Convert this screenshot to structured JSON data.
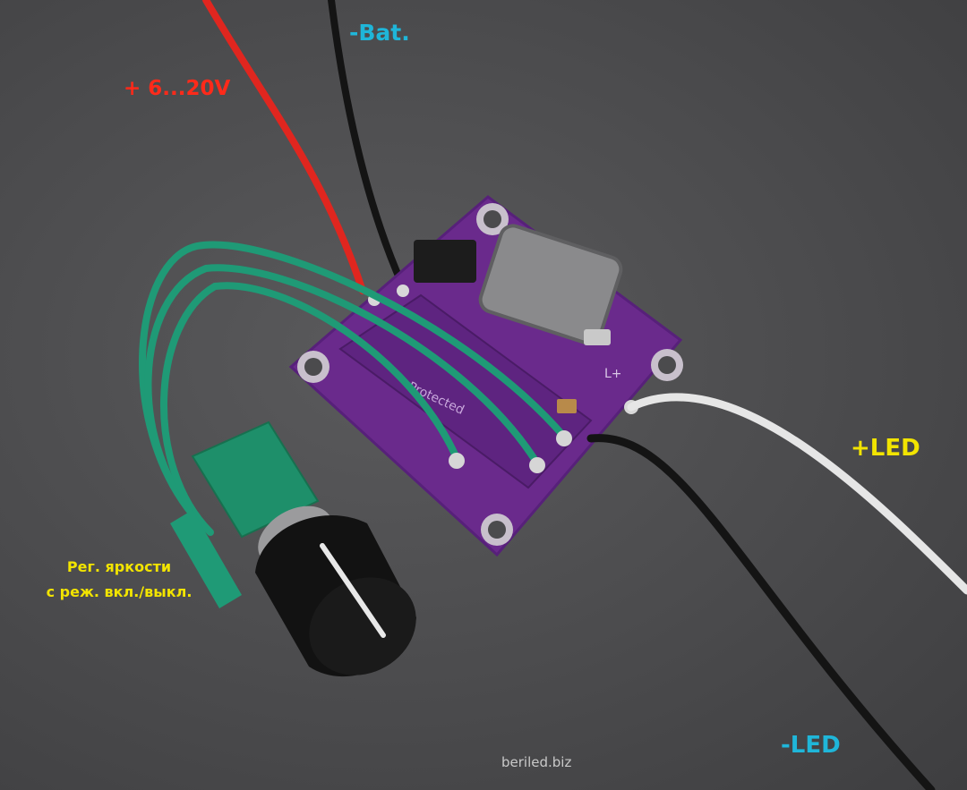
{
  "labels": {
    "vin": "+ 6...20V",
    "bat": "-Bat.",
    "led_plus": "+LED",
    "led_minus": "-LED",
    "knob_line1": "Рег. яркости",
    "knob_line2": "с реж. вкл./выкл.",
    "pcb_silk": "Protected",
    "pcb_lplus": "L+"
  },
  "watermark": "beriled.biz",
  "colors": {
    "background": "#4d4d4f",
    "pcb": "#6a2a8c",
    "wire_red": "#e0261f",
    "wire_black": "#141414",
    "wire_white": "#e6e6e6",
    "wire_green": "#1f9a76",
    "potentiometer": "#1e8f6a",
    "knob": "#121212",
    "label_red": "#ff2a1a",
    "label_blue": "#1fb6d9",
    "label_yellow": "#f2e400",
    "watermark": "#c9c9c9"
  }
}
